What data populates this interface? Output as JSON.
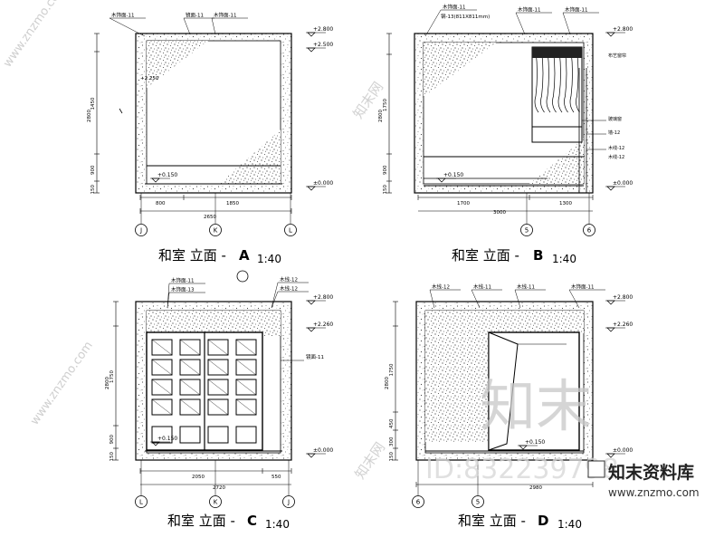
{
  "elevations": [
    {
      "title_cjk": "和室 立面 - ",
      "letter": "A",
      "scale": "1:40",
      "levels": [
        "+2.800",
        "+2.500",
        "+0.150",
        "±0.000"
      ],
      "dims_vertical": [
        "2800",
        "1450",
        "900",
        "150"
      ],
      "dims_horizontal": [
        "800",
        "1850",
        "2650"
      ],
      "axes": [
        "J",
        "K",
        "L"
      ],
      "callouts": [
        "木饰面-11",
        "镜面-11",
        "木饰面-11"
      ],
      "note_small": "+2.250"
    },
    {
      "title_cjk": "和室 立面 - ",
      "letter": "B",
      "scale": "1:40",
      "levels": [
        "+2.800",
        "+0.150",
        "±0.000"
      ],
      "dims_vertical": [
        "2800",
        "1750",
        "900",
        "150"
      ],
      "dims_horizontal": [
        "1700",
        "1300",
        "3000"
      ],
      "axes": [
        "5",
        "6"
      ],
      "callouts": [
        "木饰面-11",
        "木饰面-11",
        "木饰面-11",
        "布艺窗帘",
        "玻璃窗",
        "墙-12",
        "木线-12",
        "木线-12"
      ],
      "note_small": "钢-13(811X811mm)"
    },
    {
      "title_cjk": "和室 立面 - ",
      "letter": "C",
      "scale": "1:40",
      "levels": [
        "+2.800",
        "+2.260",
        "+0.150",
        "±0.000"
      ],
      "dims_vertical": [
        "2800",
        "1750",
        "900",
        "150"
      ],
      "dims_horizontal": [
        "2050",
        "550",
        "2720"
      ],
      "axes": [
        "L",
        "K",
        "J"
      ],
      "callouts": [
        "木饰面-11",
        "木饰面-13",
        "木线-12",
        "木线-12",
        "镜面-11"
      ],
      "note_small": ""
    },
    {
      "title_cjk": "和室 立面 - ",
      "letter": "D",
      "scale": "1:40",
      "levels": [
        "+2.800",
        "+2.260",
        "+0.150",
        "±0.000"
      ],
      "dims_vertical": [
        "2800",
        "1750",
        "450",
        "300",
        "150"
      ],
      "dims_horizontal": [
        "2980"
      ],
      "axes": [
        "6",
        "5"
      ],
      "callouts": [
        "木线-12",
        "木线-11",
        "木线-11",
        "木饰面-11"
      ],
      "note_small": ""
    }
  ],
  "watermark": {
    "big": "知末",
    "id_text": "ID:832239798",
    "corner_cjk": "知末资料库",
    "corner_url": "www.znzmo.com",
    "diag_cjk": "知末网",
    "diag_url": "www.znzmo.com"
  }
}
